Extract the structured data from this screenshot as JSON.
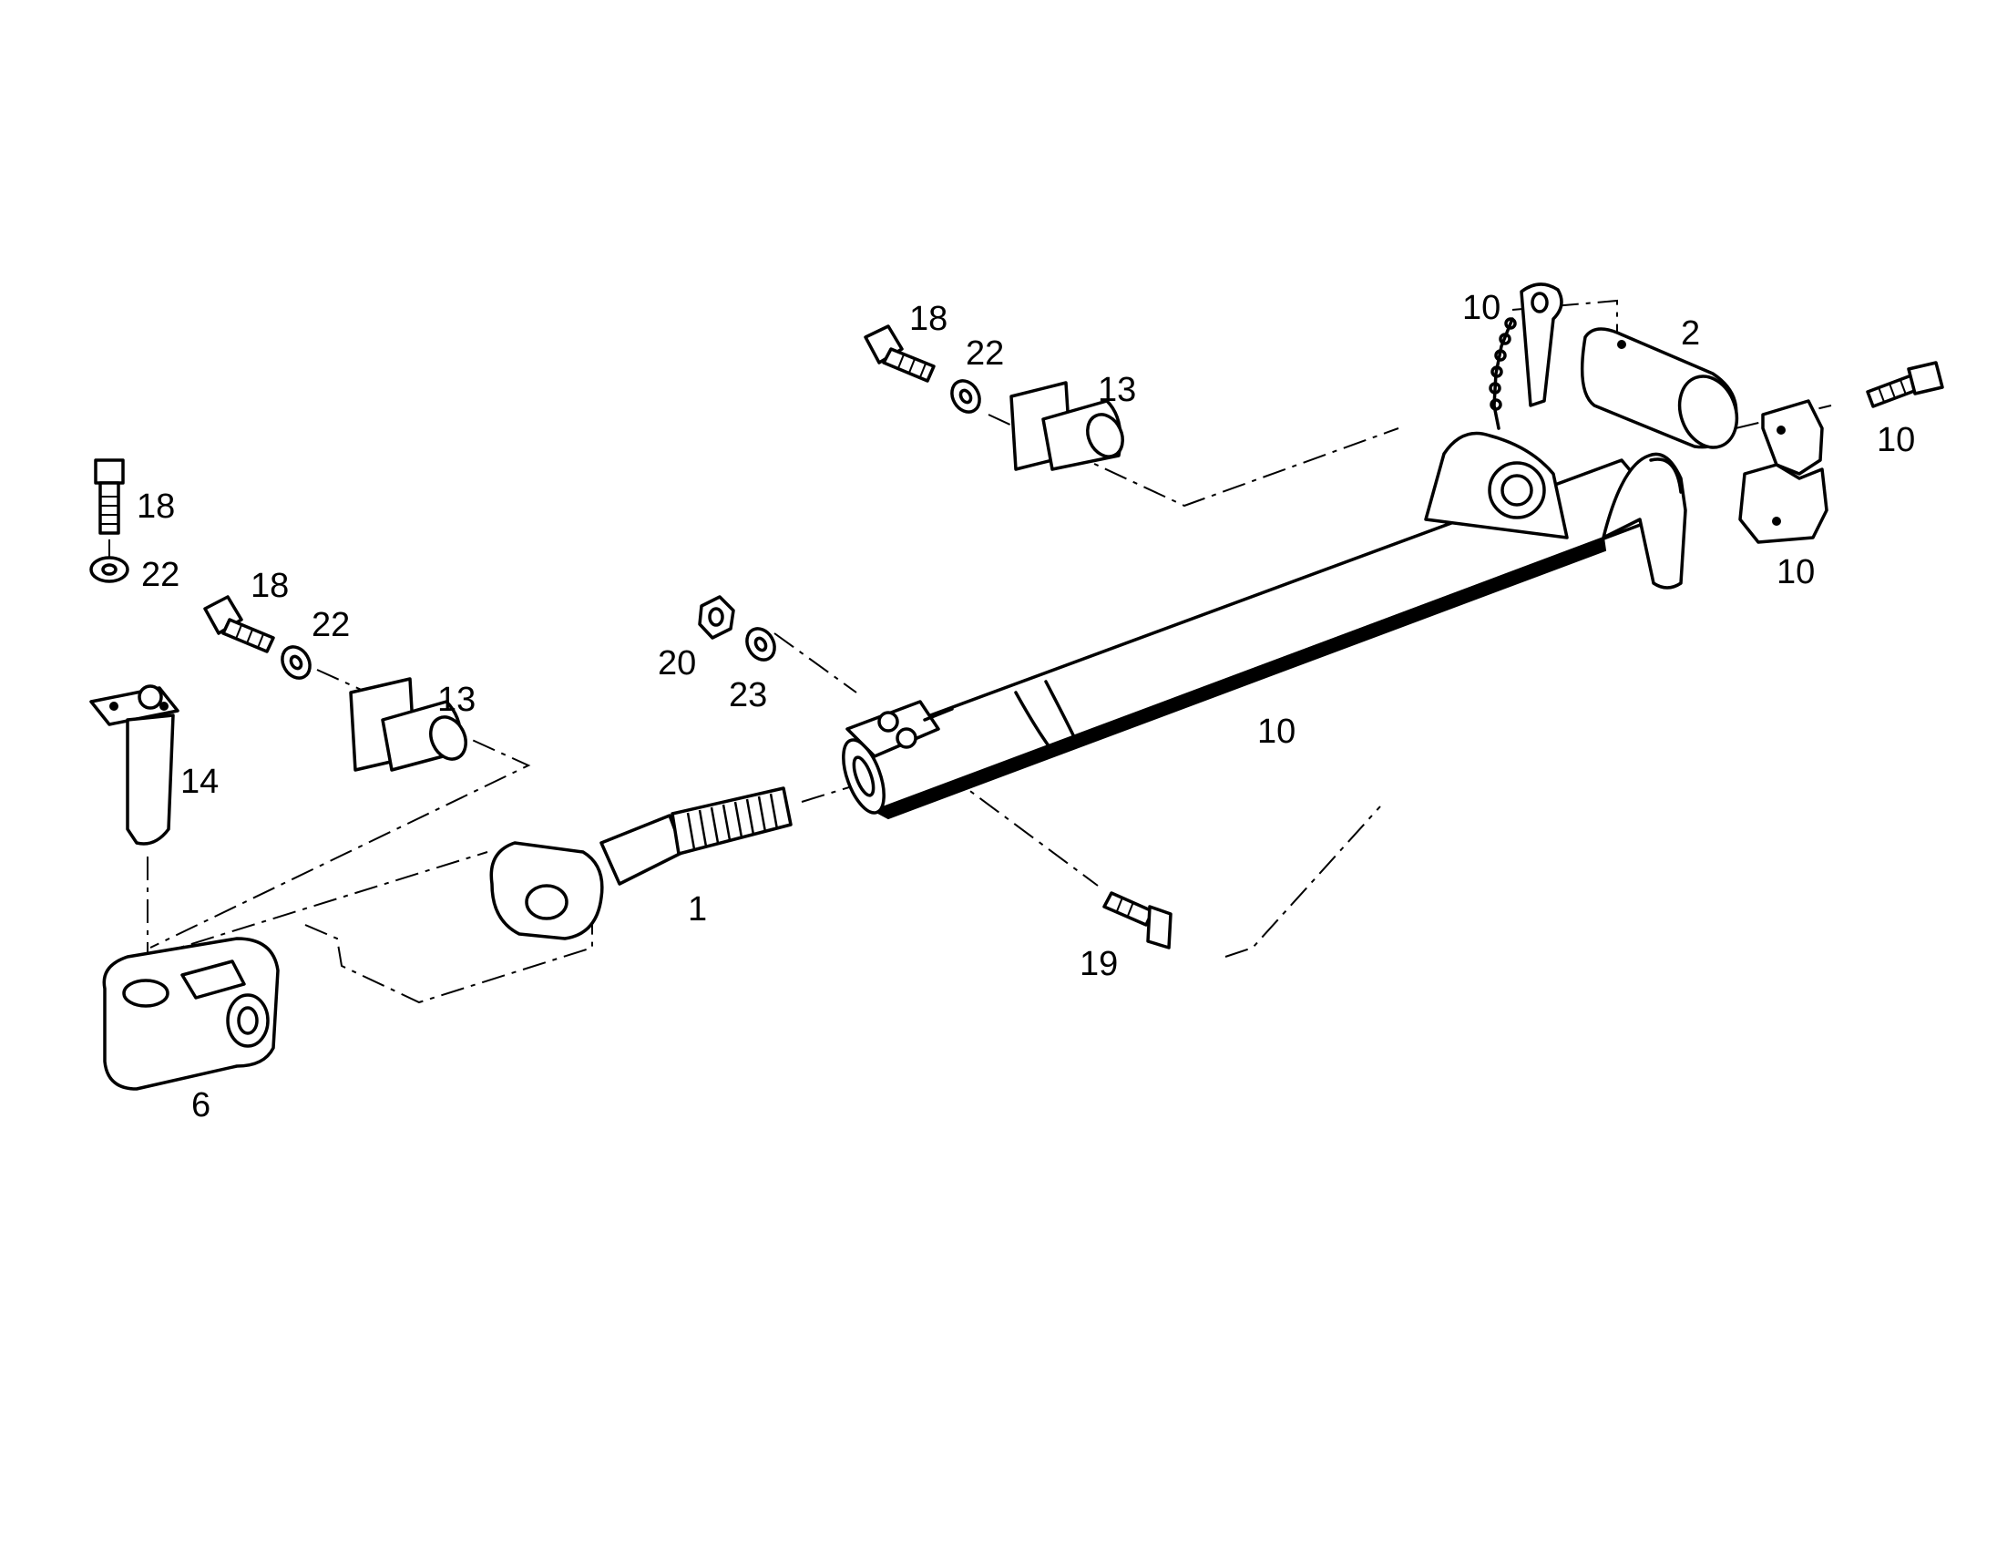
{
  "diagram": {
    "callouts": {
      "rod_end_1": "1",
      "pin_2": "2",
      "yoke_6": "6",
      "tube_10": "10",
      "chain_10": "10",
      "bolt_10": "10",
      "clamp_10": "10",
      "pivot_13_left": "13",
      "pivot_13_top": "13",
      "pin_14": "14",
      "bolt_18_left": "18",
      "bolt_18_mid": "18",
      "bolt_18_top": "18",
      "bolt_19": "19",
      "nut_20": "20",
      "washer_22_left": "22",
      "washer_22_mid": "22",
      "washer_22_top": "22",
      "washer_23": "23"
    }
  }
}
